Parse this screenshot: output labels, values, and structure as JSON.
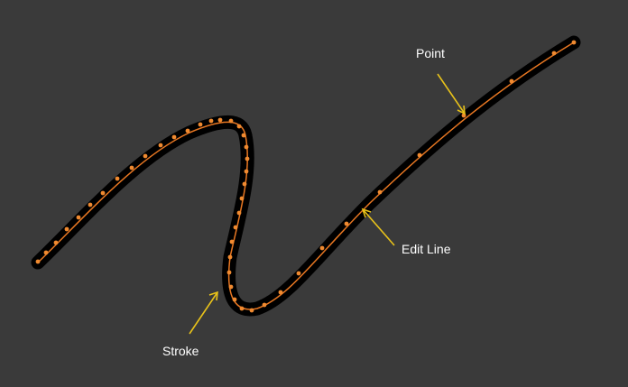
{
  "diagram": {
    "labels": {
      "point": "Point",
      "edit_line": "Edit Line",
      "stroke": "Stroke"
    },
    "colors": {
      "background": "#3a3a3a",
      "stroke": "#000000",
      "edit_line": "#e87722",
      "point": "#f08a30",
      "callout": "#e8c21a",
      "label_text": "#ffffff"
    }
  }
}
